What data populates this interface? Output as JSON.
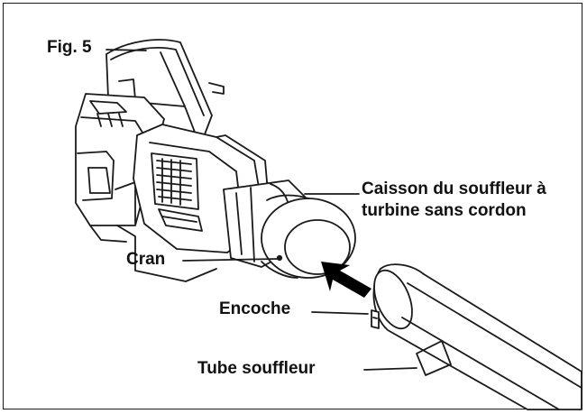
{
  "figure": {
    "label": "Fig. 5"
  },
  "callouts": {
    "housing_line1": "Caisson du souffleur à",
    "housing_line2": "turbine sans cordon",
    "notch_small": "Cran",
    "notch": "Encoche",
    "tube": "Tube souffleur"
  },
  "colors": {
    "ink": "#111111",
    "background": "#ffffff",
    "arrow": "#000000"
  }
}
